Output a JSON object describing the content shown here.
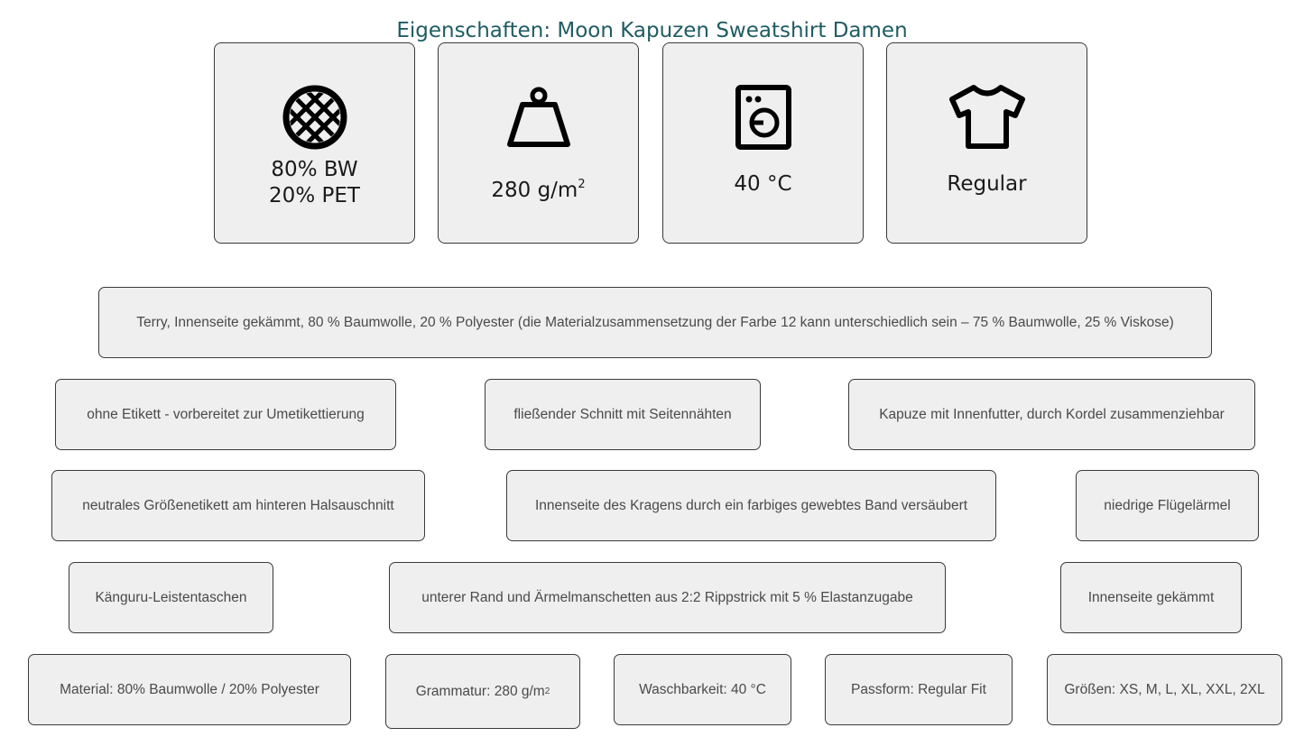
{
  "header": {
    "title": "Eigenschaften: Moon Kapuzen Sweatshirt Damen"
  },
  "icon_cards": [
    {
      "icon": "fabric-mesh-icon",
      "line1": "80% BW",
      "line2": "20% PET"
    },
    {
      "icon": "weight-icon",
      "value": "280 g/m",
      "sup": "2"
    },
    {
      "icon": "washing-machine-icon",
      "value": "40 °C"
    },
    {
      "icon": "t-shirt-icon",
      "value": "Regular"
    }
  ],
  "features": {
    "material_description": "Terry, Innenseite gekämmt, 80 % Baumwolle, 20 % Polyester (die Materialzusammensetzung der Farbe 12 kann unterschiedlich sein – 75 % Baumwolle, 25 % Viskose)",
    "row1": [
      "ohne Etikett - vorbereitet zur Umetikettierung",
      "fließender Schnitt mit Seitennähten",
      "Kapuze mit Innenfutter, durch Kordel zusammenziehbar"
    ],
    "row2": [
      "neutrales Größenetikett am hinteren Halsauschnitt",
      "Innenseite des Kragens durch ein farbiges gewebtes Band versäubert",
      "niedrige Flügelärmel"
    ],
    "row3": [
      "Känguru-Leistentaschen",
      "unterer Rand und Ärmelmanschetten aus 2:2 Rippstrick mit 5 % Elastanzugabe",
      "Innenseite gekämmt"
    ]
  },
  "summary": {
    "material": "Material: 80% Baumwolle / 20% Polyester",
    "grammage": "Grammatur: 280 g/m",
    "grammage_sup": "2",
    "washability": "Waschbarkeit: 40 °C",
    "fit": "Passform: Regular Fit",
    "sizes": "Größen: XS, M, L, XL, XXL, 2XL"
  },
  "colors": {
    "title": "#1f5c63",
    "card_bg": "#efefef",
    "border": "#3a3a3a",
    "chip_text": "#4a4a4a"
  }
}
